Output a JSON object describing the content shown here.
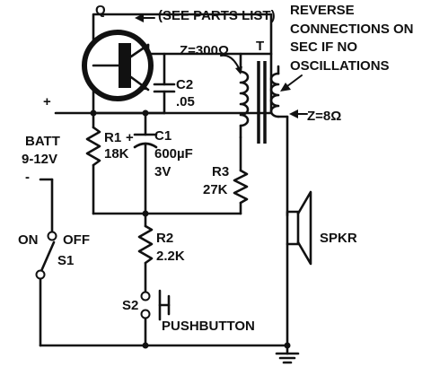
{
  "labels": {
    "transistor": "Q",
    "parts_note": "(SEE PARTS LIST)",
    "transformer": "T",
    "primary_impedance": "Z=300Ω",
    "secondary_impedance": "Z=8Ω",
    "reverse_note_line1": "REVERSE",
    "reverse_note_line2": "CONNECTIONS ON",
    "reverse_note_line3": "SEC IF NO",
    "reverse_note_line4": "OSCILLATIONS",
    "c2_name": "C2",
    "c2_value": ".05",
    "c1_name": "C1",
    "c1_value": "600µF",
    "c1_voltage": "3V",
    "r1_name": "R1",
    "r1_value": "18K",
    "r3_name": "R3",
    "r3_value": "27K",
    "r2_name": "R2",
    "r2_value": "2.2K",
    "batt_plus": "+",
    "batt_minus": "-",
    "batt_name": "BATT",
    "batt_voltage": "9-12V",
    "c1_plus": "+",
    "switch_on": "ON",
    "switch_off": "OFF",
    "s1_name": "S1",
    "s2_name": "S2",
    "s2_desc": "PUSHBUTTON",
    "speaker": "SPKR"
  }
}
